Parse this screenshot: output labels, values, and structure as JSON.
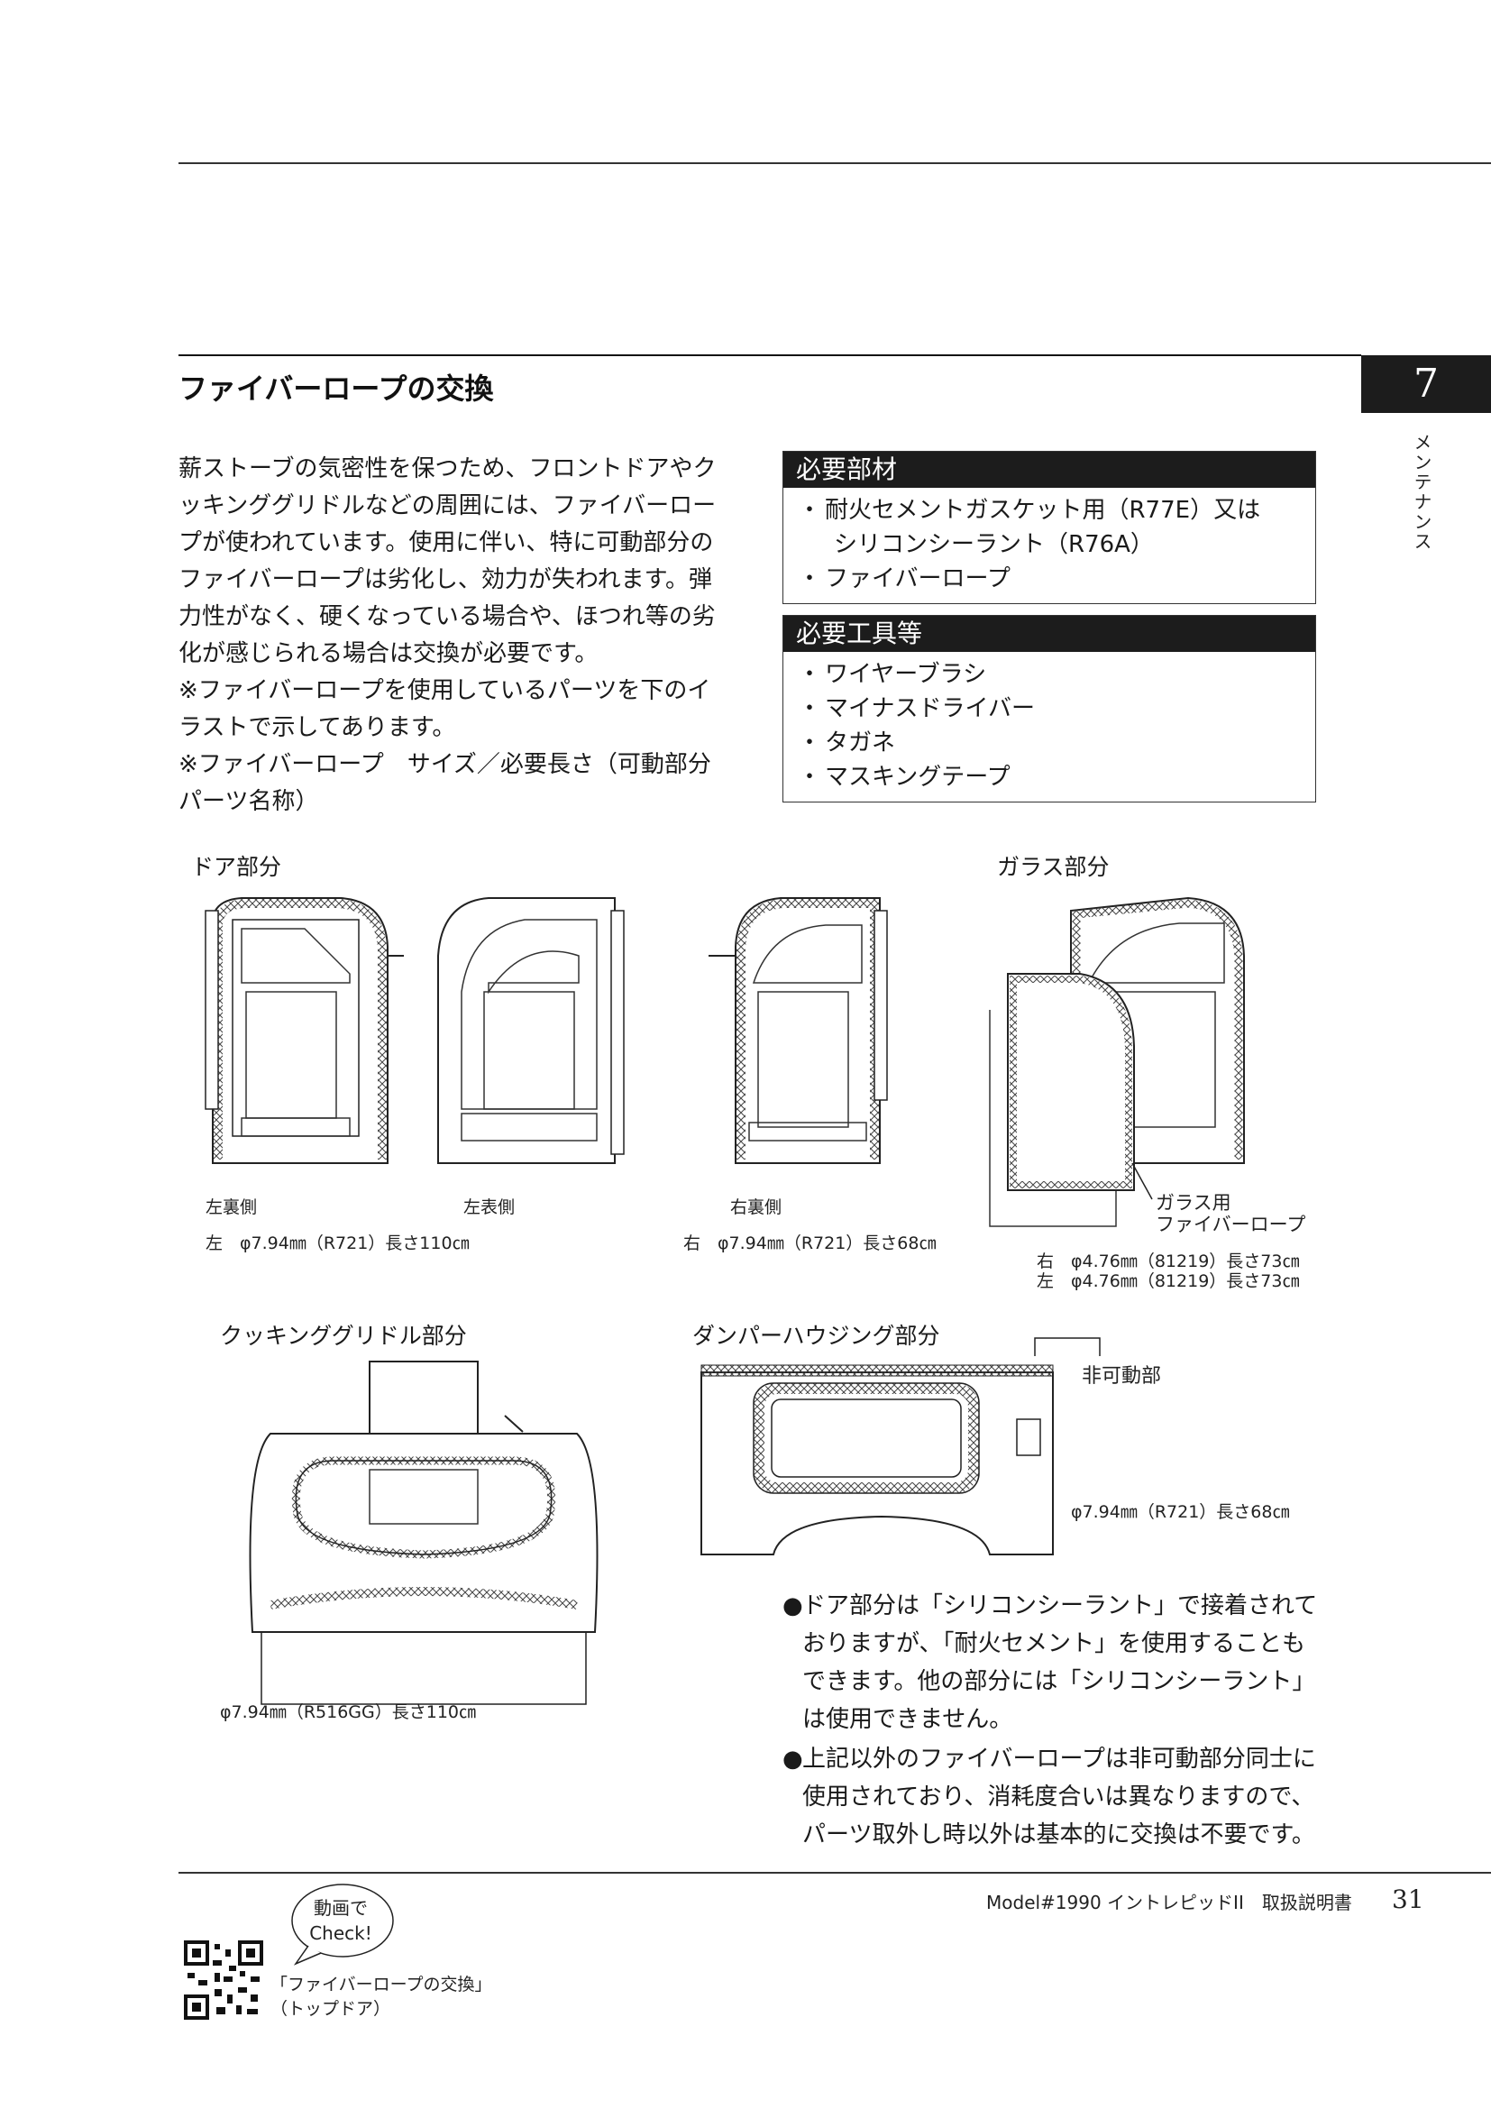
{
  "section": {
    "title": "ファイバーロープの交換",
    "chapter": "7",
    "side_label": "メンテナンス"
  },
  "intro": {
    "paragraphs": [
      "薪ストーブの気密性を保つため、フロントドアやクッキンググリドルなどの周囲には、ファイバーロープが使われています。使用に伴い、特に可動部分のファイバーロープは劣化し、効力が失われます。弾力性がなく、硬くなっている場合や、ほつれ等の劣化が感じられる場合は交換が必要です。",
      "※ファイバーロープを使用しているパーツを下のイラストで示してあります。",
      "※ファイバーロープ　サイズ／必要長さ（可動部分パーツ名称）"
    ]
  },
  "parts_box": {
    "title": "必要部材",
    "items": [
      "耐火セメントガスケット用（R77E）又は",
      "シリコンシーラント（R76A）",
      "ファイバーロープ"
    ]
  },
  "tools_box": {
    "title": "必要工具等",
    "items": [
      "ワイヤーブラシ",
      "マイナスドライバー",
      "タガネ",
      "マスキングテープ"
    ]
  },
  "diagrams": {
    "door_heading": "ドア部分",
    "glass_heading": "ガラス部分",
    "left_back": "左裏側",
    "left_front": "左表側",
    "right_back": "右裏側",
    "left_spec": "左　φ7.94㎜（R721）長さ110㎝",
    "right_spec": "右　φ7.94㎜（R721）長さ68㎝",
    "glass_rope_label_1": "ガラス用",
    "glass_rope_label_2": "ファイバーロープ",
    "glass_spec_right": "右　φ4.76㎜（81219）長さ73㎝",
    "glass_spec_left": "左　φ4.76㎜（81219）長さ73㎝",
    "griddle_heading": "クッキンググリドル部分",
    "griddle_spec": "φ7.94㎜（R516GG）長さ110㎝",
    "damper_heading": "ダンパーハウジング部分",
    "damper_fixed": "非可動部",
    "damper_spec": "φ7.94㎜（R721）長さ68㎝"
  },
  "notes": [
    "ドア部分は「シリコンシーラント」で接着されておりますが、「耐火セメント」を使用することもできます。他の部分には「シリコンシーラント」は使用できません。",
    "上記以外のファイバーロープは非可動部分同士に使用されており、消耗度合いは異なりますので、パーツ取外し時以外は基本的に交換は不要です。"
  ],
  "bullet_symbol": "●",
  "list_symbol": "・",
  "footer": {
    "model": "Model#1990 イントレピッドII　取扱説明書",
    "page": "31",
    "bubble_1": "動画で",
    "bubble_2": "Check!",
    "qr_caption_1": "「ファイバーロープの交換」",
    "qr_caption_2": "（トップドア）"
  }
}
